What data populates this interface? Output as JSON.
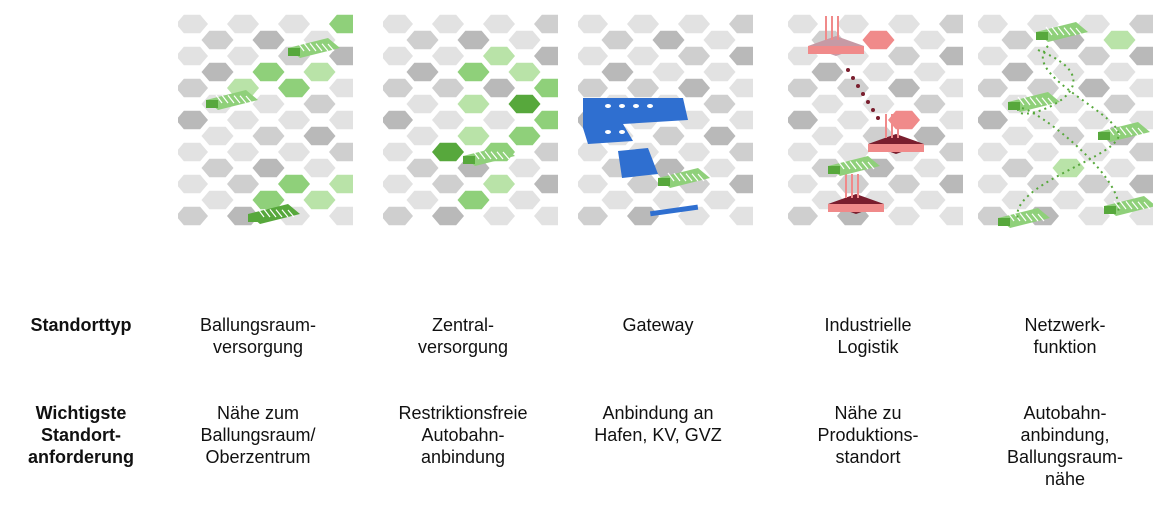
{
  "row_labels": {
    "type": "Standorttyp",
    "requirement": "Wichtigste\nStandort-\nanforderung"
  },
  "columns": [
    {
      "type": "Ballungsraum-\nversorgung",
      "requirement": "Nähe zum\nBallungsraum/\nOberzentrum",
      "theme": "green-light"
    },
    {
      "type": "Zentral-\nversorgung",
      "requirement": "Restriktionsfreie\nAutobahn-\nanbindung",
      "theme": "green-field"
    },
    {
      "type": "Gateway",
      "requirement": "Anbindung an\nHafen, KV, GVZ",
      "theme": "blue-port"
    },
    {
      "type": "Industrielle\nLogistik",
      "requirement": "Nähe zu\nProduktions-\nstandort",
      "theme": "red-industry"
    },
    {
      "type": "Netzwerk-\nfunktion",
      "requirement": "Autobahn-\nanbindung,\nBallungsraum-\nnähe",
      "theme": "green-network"
    }
  ],
  "colors": {
    "hex_light": "#e2e2e2",
    "hex_mid": "#cfcfcf",
    "hex_dark": "#b9b9b9",
    "green_light": "#b9e3a8",
    "green_mid": "#8fd07a",
    "green_dark": "#57a83c",
    "blue": "#2f6fd0",
    "red_dark": "#7a1e2e",
    "red_light": "#f08a8a"
  }
}
